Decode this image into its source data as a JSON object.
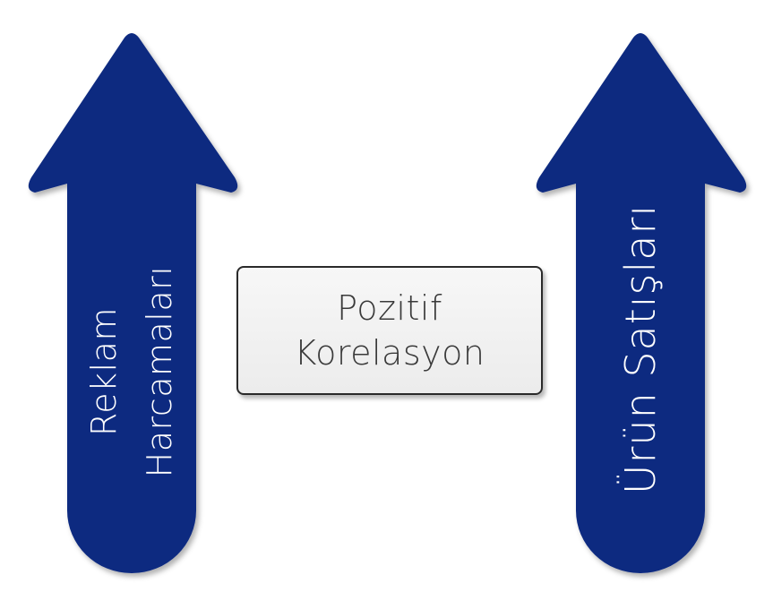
{
  "diagram": {
    "left_arrow": {
      "lines": [
        "Reklam",
        "Harcamaları"
      ]
    },
    "right_arrow": {
      "label": "Ürün Satışları"
    },
    "center_box": {
      "lines": [
        "Pozitif",
        "Korelasyon"
      ]
    },
    "colors": {
      "arrow_fill": "#0d2a80",
      "box_fill": "#f2f2f2",
      "box_border": "#2a2a2a",
      "box_text": "#3a3a3a",
      "arrow_text": "#ffffff"
    }
  }
}
